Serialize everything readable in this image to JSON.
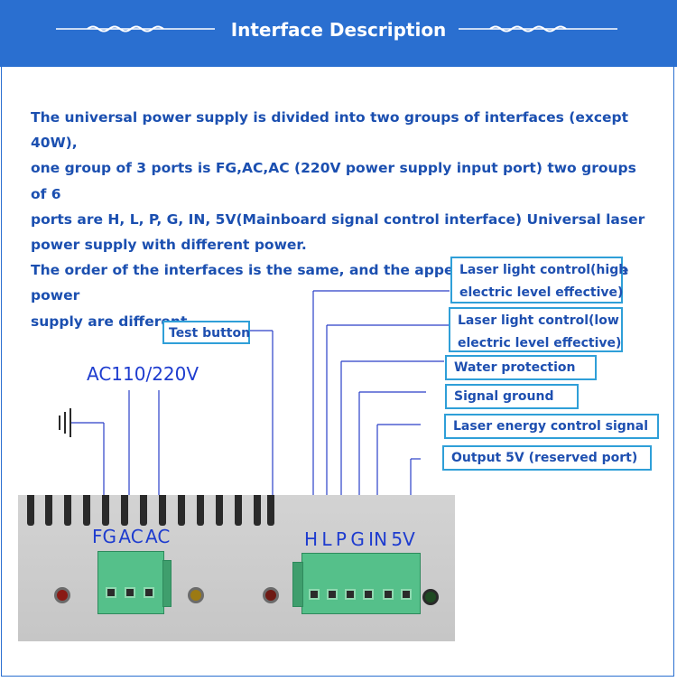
{
  "header": {
    "title": "Interface Description"
  },
  "intro": {
    "lines": [
      "The universal power supply is divided into two groups of interfaces (except 40W),",
      "one group of 3 ports is FG,AC,AC (220V power supply input port) two groups of 6",
      "ports are H, L, P, G, IN, 5V(Mainboard signal control interface) Universal laser",
      "power supply with different power.",
      "The order of the interfaces is the same, and the appearance and size of the power",
      "supply are different."
    ]
  },
  "labels": {
    "test_button": "Test button",
    "ac_voltage": "AC110/220V",
    "laser_high_1": "Laser light control(high",
    "laser_high_2": "electric level effective)",
    "laser_low_1": "Laser light control(low",
    "laser_low_2": "electric level effective)",
    "water": "Water protection",
    "ground": "Signal ground",
    "energy": "Laser energy control signal",
    "output5v": "Output 5V (reserved port)"
  },
  "pins": {
    "power_group": "FG AC AC",
    "signal_group": "H L P G IN 5V"
  },
  "colors": {
    "banner": "#2a6fd0",
    "text_blue": "#1b4fb0",
    "box_border": "#2f9fd8",
    "terminal_green": "#55c08a"
  }
}
